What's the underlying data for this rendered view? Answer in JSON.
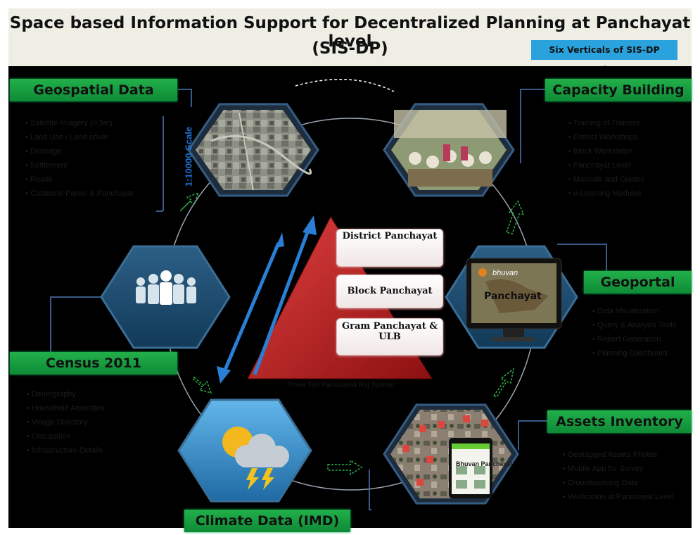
{
  "title": {
    "line1": "Space based Information Support for Decentralized Planning at Panchayat level",
    "line2": "(SIS-DP)",
    "badge": "Six Verticals of SIS-DP Project"
  },
  "verticals": {
    "geospatial": {
      "label": "Geospatial Data",
      "scale": "1:10000 Scale",
      "items": [
        "Satellite Imagery (0.5m)",
        "Land Use / Land cover",
        "Drainage",
        "Settlement",
        "Roads",
        "Cadastral Parcel & Panchayat"
      ]
    },
    "capacity": {
      "label": "Capacity Building",
      "items": [
        "Training of Trainers",
        "District Workshops",
        "Block Workshops",
        "Panchayat Level",
        "Manuals and Guides",
        "e-Learning Modules"
      ]
    },
    "geoportal": {
      "label": "Geoportal",
      "items": [
        "Data Visualization",
        "Query & Analysis Tools",
        "Report Generation",
        "Planning Dashboard"
      ],
      "screen_brand": "bhuvan",
      "screen_text": "Panchayat"
    },
    "census": {
      "label": "Census 2011",
      "items": [
        "Demography",
        "Household Amenities",
        "Village Directory",
        "Occupation",
        "Infrastructure Details"
      ]
    },
    "climate": {
      "label": "Climate Data (IMD)"
    },
    "assets": {
      "label": "Assets Inventory",
      "items": [
        "Geotagged Assets Photos",
        "Mobile App for Survey",
        "Crowdsourcing Data",
        "Verification at Panchayat Level"
      ],
      "phone_title": "Bhuvan Panchayat"
    }
  },
  "pyramid": {
    "tiers": {
      "district": "District Panchayat",
      "block": "Block Panchayat",
      "gram": "Gram Panchayat & ULB"
    },
    "caption": "Three Tier Panchayati Raj System"
  },
  "colors": {
    "label_green": "#1fa84a",
    "hex_blue": "#2f6a94",
    "arrow_blue": "#2a7fd4",
    "pyramid_red": "#c42424",
    "badge_blue": "#2aa2de"
  }
}
